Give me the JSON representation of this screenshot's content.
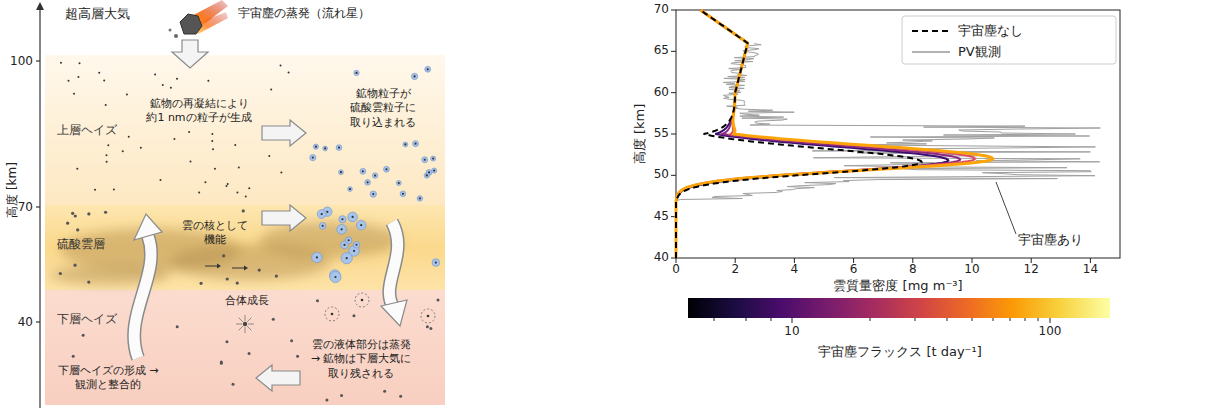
{
  "diagram": {
    "nodes": [
      {
        "text": [
          "上層ヘイズ",
          "鉱物の再凝結により 約1 nmの粒子が生成",
          "鉱物粒子が 硫酸雲粒子に 取り込まれる"
        ]
      },
      {
        "text": [
          "硫酸雲層",
          "雲の核として 機能"
        ]
      },
      {
        "text": [
          "下層ヘイズ",
          "合体成長",
          "下層ヘイズの形成 → 観測と整合的",
          "雲の液体部分は蒸発 → 鉱物は下層大気に 取り残される"
        ]
      }
    ],
    "labels": [
      "超高層大気",
      "宇宙塵の蒸発（流れ星）",
      "100",
      "70",
      "40",
      "高度 [km]",
      "40",
      "45",
      "50",
      "55",
      "60",
      "65",
      "70",
      "0",
      "2",
      "4",
      "6",
      "8",
      "10",
      "12",
      "14",
      "高度 [km]",
      "雲質量密度 [mg m⁻³]",
      "宇宙塵あり",
      "10",
      "100",
      "宇宙塵フラックス [t day⁻¹]"
    ],
    "legend": [
      {
        "text": "宇宙塵なし"
      },
      {
        "text": "PV観測"
      }
    ]
  }
}
